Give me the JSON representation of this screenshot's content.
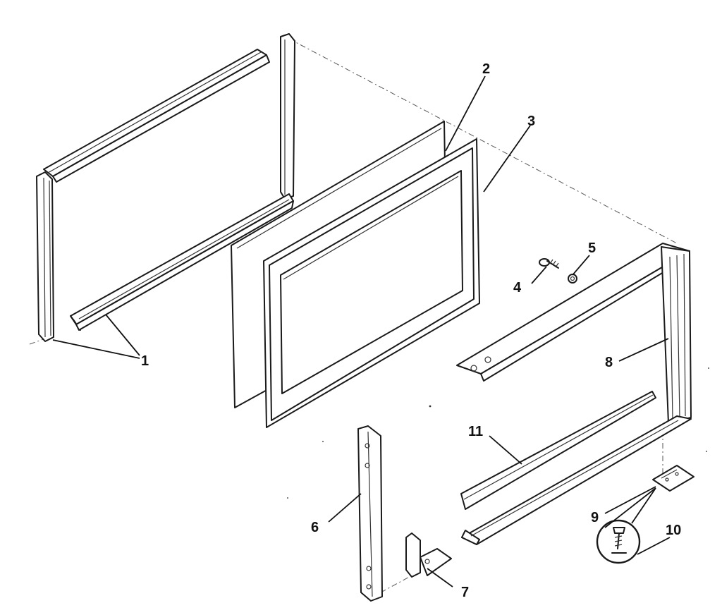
{
  "parts": [
    {
      "id": "part-1",
      "label": "1"
    },
    {
      "id": "part-2",
      "label": "2"
    },
    {
      "id": "part-3",
      "label": "3"
    },
    {
      "id": "part-4",
      "label": "4"
    },
    {
      "id": "part-5",
      "label": "5"
    },
    {
      "id": "part-6",
      "label": "6"
    },
    {
      "id": "part-7",
      "label": "7"
    },
    {
      "id": "part-8",
      "label": "8"
    },
    {
      "id": "part-9",
      "label": "9"
    },
    {
      "id": "part-10",
      "label": "10"
    },
    {
      "id": "part-11",
      "label": "11"
    }
  ]
}
